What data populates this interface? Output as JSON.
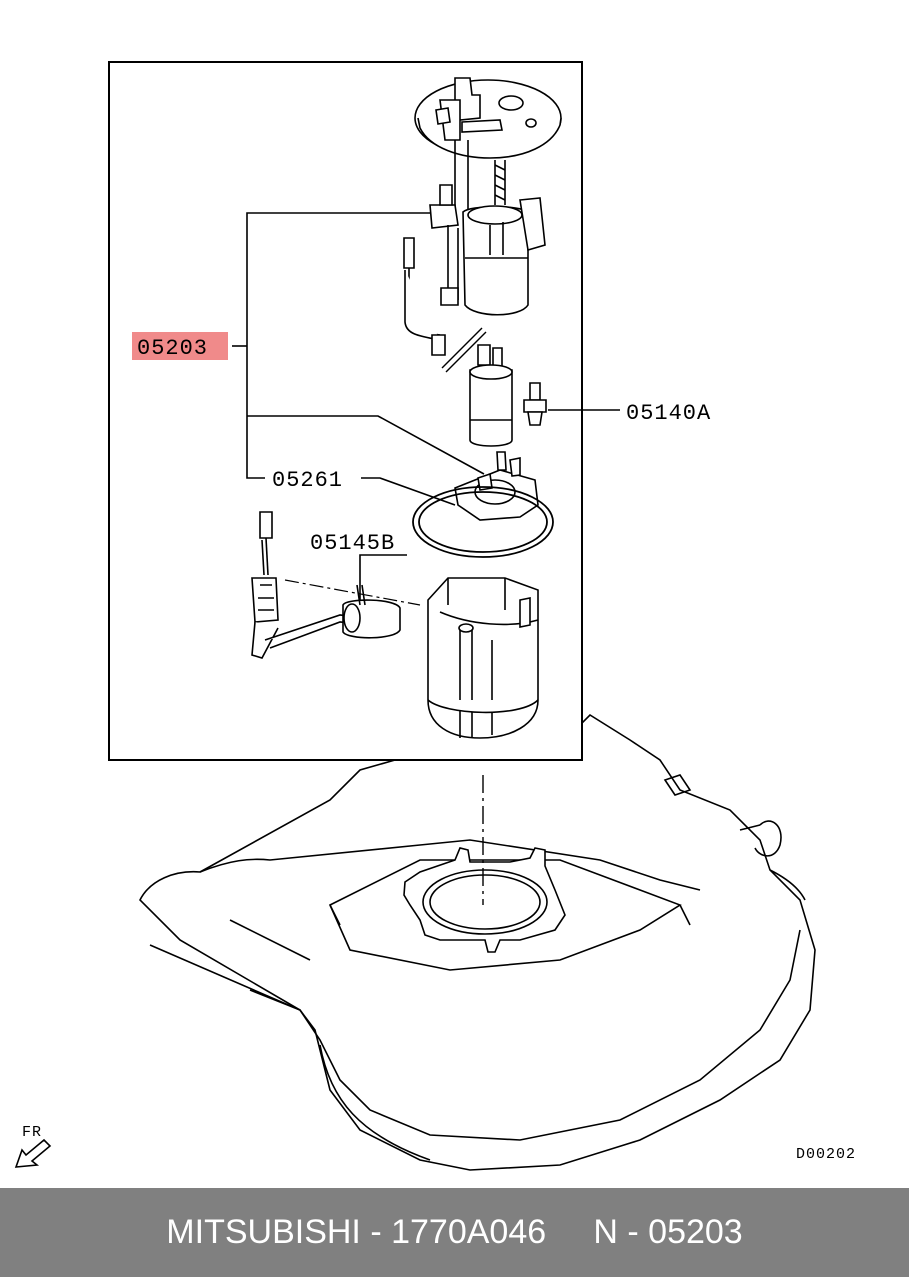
{
  "callouts": {
    "highlighted": "05203",
    "assembly": "05140A",
    "gasket": "05261",
    "sender": "05145B"
  },
  "direction_label": "FR",
  "drawing_code": "D00202",
  "footer": {
    "brand": "MITSUBISHI",
    "sep1": " - ",
    "part_number": "1770A046",
    "gap": "     ",
    "ref_prefix": "N",
    "sep2": " - ",
    "ref_number": "05203"
  },
  "colors": {
    "highlight": "#f08a8a",
    "footer_bg": "#808080",
    "footer_text": "#ffffff",
    "line": "#000000"
  },
  "icons": [
    "front-direction-arrow-icon"
  ]
}
